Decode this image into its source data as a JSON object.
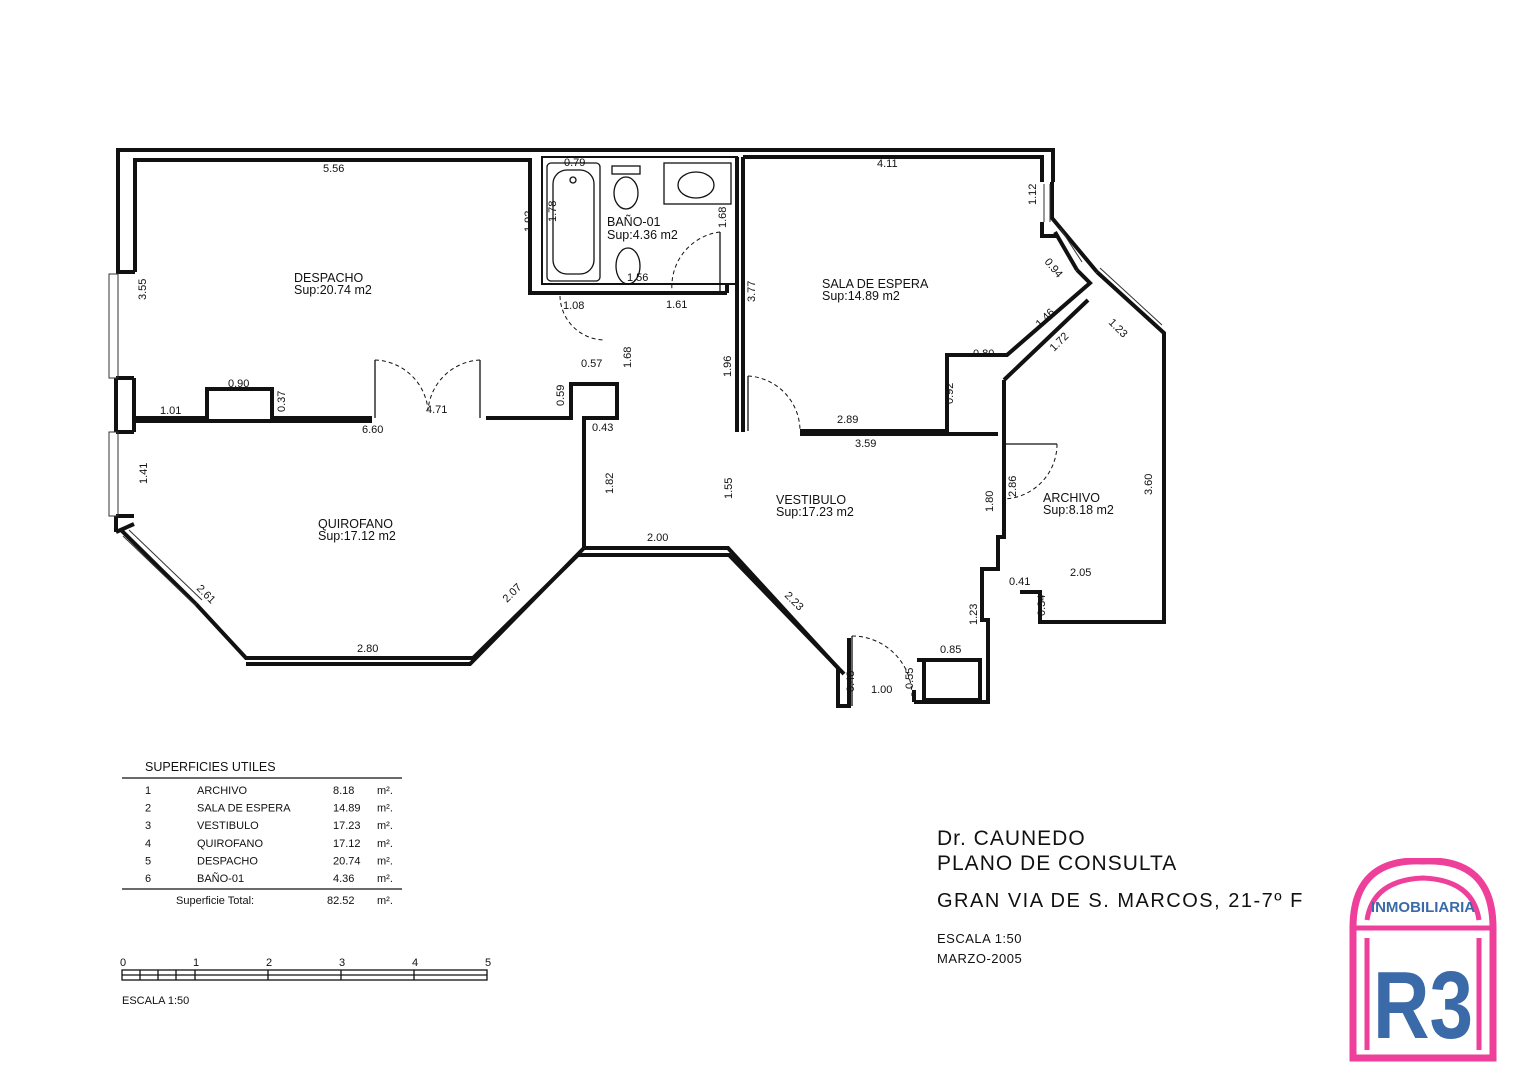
{
  "rooms": {
    "despacho": {
      "name": "DESPACHO",
      "area": "Sup:20.74 m2"
    },
    "bano": {
      "name": "BAÑO-01",
      "area": "Sup:4.36  m2"
    },
    "sala": {
      "name": "SALA  DE  ESPERA",
      "area": "Sup:14.89 m2"
    },
    "quirofano": {
      "name": "QUIROFANO",
      "area": "Sup:17.12 m2"
    },
    "vestibulo": {
      "name": "VESTIBULO",
      "area": "Sup:17.23 m2"
    },
    "archivo": {
      "name": "ARCHIVO",
      "area": "Sup:8.18   m2"
    }
  },
  "dimensions": {
    "d_5_56": "5.56",
    "d_0_79": "0.79",
    "d_1_92": "1.92",
    "d_1_78": "1.78",
    "d_1_68a": "1.68",
    "d_1_56": "1.56",
    "d_1_08": "1.08",
    "d_1_61": "1.61",
    "d_4_11": "4.11",
    "d_1_12": "1.12",
    "d_0_94": "0.94",
    "d_1_23a": "1.23",
    "d_3_55": "3.55",
    "d_3_77": "3.77",
    "d_1_46": "1.46",
    "d_1_72": "1.72",
    "d_0_57": "0.57",
    "d_1_68b": "1.68",
    "d_0_80": "0.80",
    "d_0_90": "0.90",
    "d_0_37": "0.37",
    "d_1_01": "1.01",
    "d_4_71": "4.71",
    "d_0_59": "0.59",
    "d_1_96": "1.96",
    "d_0_92": "0.92",
    "d_6_60": "6.60",
    "d_0_43": "0.43",
    "d_2_89": "2.89",
    "d_3_59": "3.59",
    "d_1_41": "1.41",
    "d_1_82": "1.82",
    "d_1_55": "1.55",
    "d_2_86": "2.86",
    "d_1_80": "1.80",
    "d_3_60": "3.60",
    "d_2_00": "2.00",
    "d_2_61": "2.61",
    "d_2_07": "2.07",
    "d_2_23": "2.23",
    "d_0_41": "0.41",
    "d_2_05": "2.05",
    "d_0_34": "0.34",
    "d_1_23b": "1.23",
    "d_2_80": "2.80",
    "d_0_85": "0.85",
    "d_0_48": "0.48",
    "d_0_55": "0.55",
    "d_1_00": "1.00"
  },
  "surfaces_table": {
    "title": "SUPERFICIES  UTILES",
    "rows": [
      {
        "num": "1",
        "name": "ARCHIVO",
        "value": "8.18",
        "unit": "m²."
      },
      {
        "num": "2",
        "name": "SALA  DE  ESPERA",
        "value": "14.89",
        "unit": "m²."
      },
      {
        "num": "3",
        "name": "VESTIBULO",
        "value": "17.23",
        "unit": "m²."
      },
      {
        "num": "4",
        "name": "QUIROFANO",
        "value": "17.12",
        "unit": "m²."
      },
      {
        "num": "5",
        "name": "DESPACHO",
        "value": "20.74",
        "unit": "m²."
      },
      {
        "num": "6",
        "name": "BAÑO-01",
        "value": "4.36",
        "unit": "m²."
      }
    ],
    "total_label": "Superficie  Total:",
    "total_value": "82.52",
    "total_unit": "m²."
  },
  "scale_bar": {
    "ticks": [
      "0",
      "1",
      "2",
      "3",
      "4",
      "5"
    ],
    "label": "ESCALA   1:50"
  },
  "title_block": {
    "line1": "Dr.  CAUNEDO",
    "line2": "PLANO  DE  CONSULTA",
    "address": "GRAN  VIA  DE  S.  MARCOS,  21-7º  F",
    "scale": "ESCALA  1:50",
    "date": "MARZO-2005"
  },
  "logo": {
    "top_text": "INMOBILIARIA",
    "mark": "R3",
    "color": "#ee3f9a",
    "mark_color": "#3a6aa8"
  }
}
